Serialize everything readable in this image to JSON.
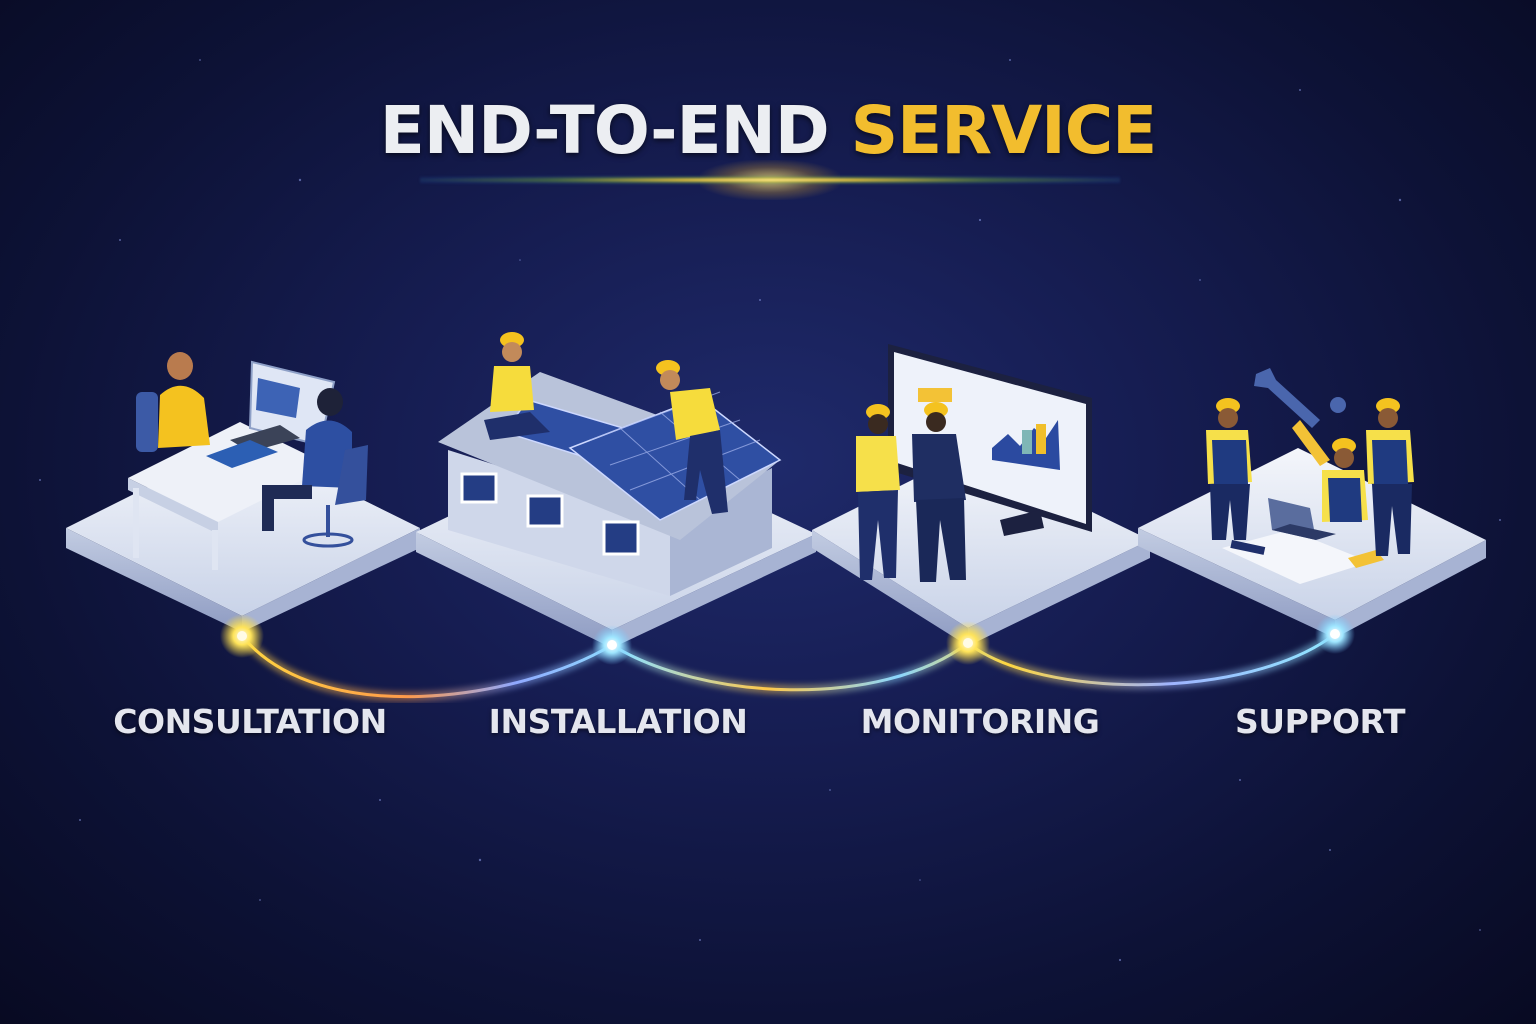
{
  "title": {
    "part1": "END-TO-END",
    "part2": "SERVICE"
  },
  "colors": {
    "background": "#161d52",
    "title_white": "#eceef2",
    "title_gold": "#f2bd2e",
    "platform": "#e3e9f4",
    "worker_yellow": "#f5d53a",
    "navy": "#1d2d66"
  },
  "steps": [
    {
      "label": "CONSULTATION",
      "illustration": "two people at a desk with laptop"
    },
    {
      "label": "INSTALLATION",
      "illustration": "workers installing solar panels on a house roof"
    },
    {
      "label": "MONITORING",
      "illustration": "two people reviewing a dashboard on a large monitor"
    },
    {
      "label": "SUPPORT",
      "illustration": "three technicians with laptop, tablets and wrench"
    }
  ]
}
